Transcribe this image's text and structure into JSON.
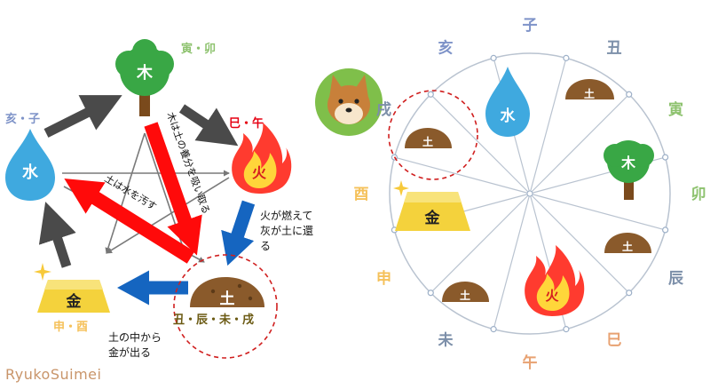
{
  "pentagon": {
    "elements": {
      "wood": "木",
      "fire": "火",
      "earth": "土",
      "metal": "金",
      "water": "水"
    },
    "branch_labels": {
      "wood": "寅・卯",
      "fire": "巳・午",
      "earth": "丑・辰・未・戌",
      "metal": "申・酉",
      "water": "亥・子"
    },
    "annotations": {
      "wood_earth": "木は土の養分を吸い取る",
      "earth_water": "土は水を汚す",
      "fire_earth_1": "火が燃えて",
      "fire_earth_2": "灰が土に還",
      "fire_earth_3": "る",
      "earth_metal_1": "土の中から",
      "earth_metal_2": "金が出る"
    }
  },
  "wheel": {
    "branches": [
      "子",
      "丑",
      "寅",
      "卯",
      "辰",
      "巳",
      "午",
      "未",
      "申",
      "酉",
      "戌",
      "亥"
    ],
    "sector_elements": {
      "water": "水",
      "earth": "土",
      "wood": "木",
      "fire": "火",
      "metal": "金"
    },
    "colors": {
      "water": "#7e93c8",
      "earth": "#7c8fa9",
      "wood": "#8dc26e",
      "fire": "#e8a272",
      "metal": "#f5c15a"
    }
  },
  "credit": "RyukoSuimei"
}
